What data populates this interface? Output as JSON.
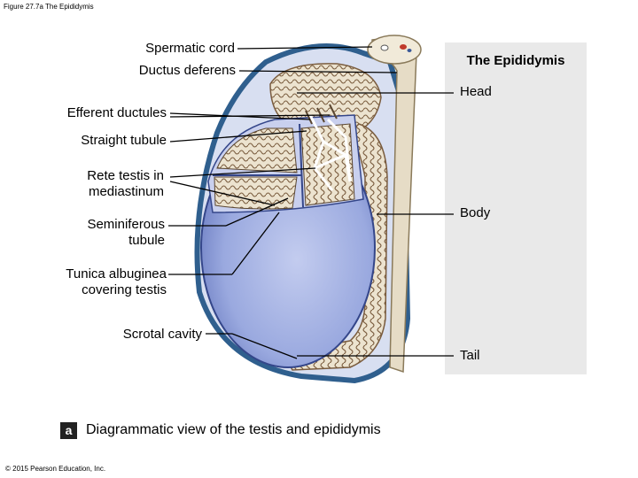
{
  "figure_caption": "Figure 27.7a The Epididymis",
  "panel_title": "The Epididymis",
  "labels": {
    "spermatic_cord": "Spermatic cord",
    "ductus_deferens": "Ductus deferens",
    "efferent_ductules": "Efferent ductules",
    "straight_tubule": "Straight tubule",
    "rete_testis_l1": "Rete testis in",
    "rete_testis_l2": "mediastinum",
    "seminiferous_l1": "Seminiferous",
    "seminiferous_l2": "tubule",
    "tunica_l1": "Tunica albuginea",
    "tunica_l2": "covering testis",
    "scrotal_cavity": "Scrotal cavity",
    "head": "Head",
    "body": "Body",
    "tail": "Tail"
  },
  "caption_letter": "a",
  "caption_text": "Diagrammatic view of the testis and epididymis",
  "copyright": "© 2015 Pearson Education, Inc.",
  "colors": {
    "testis_blue": "#8d9ed8",
    "testis_light": "#c3ccef",
    "epididymis_tan": "#d9cdb6",
    "tubule_brown": "#7a5c3e",
    "sac_blue": "#2f5f8e",
    "cord_tan": "#e6dcc6",
    "panel_gray": "#e9e9e9"
  }
}
